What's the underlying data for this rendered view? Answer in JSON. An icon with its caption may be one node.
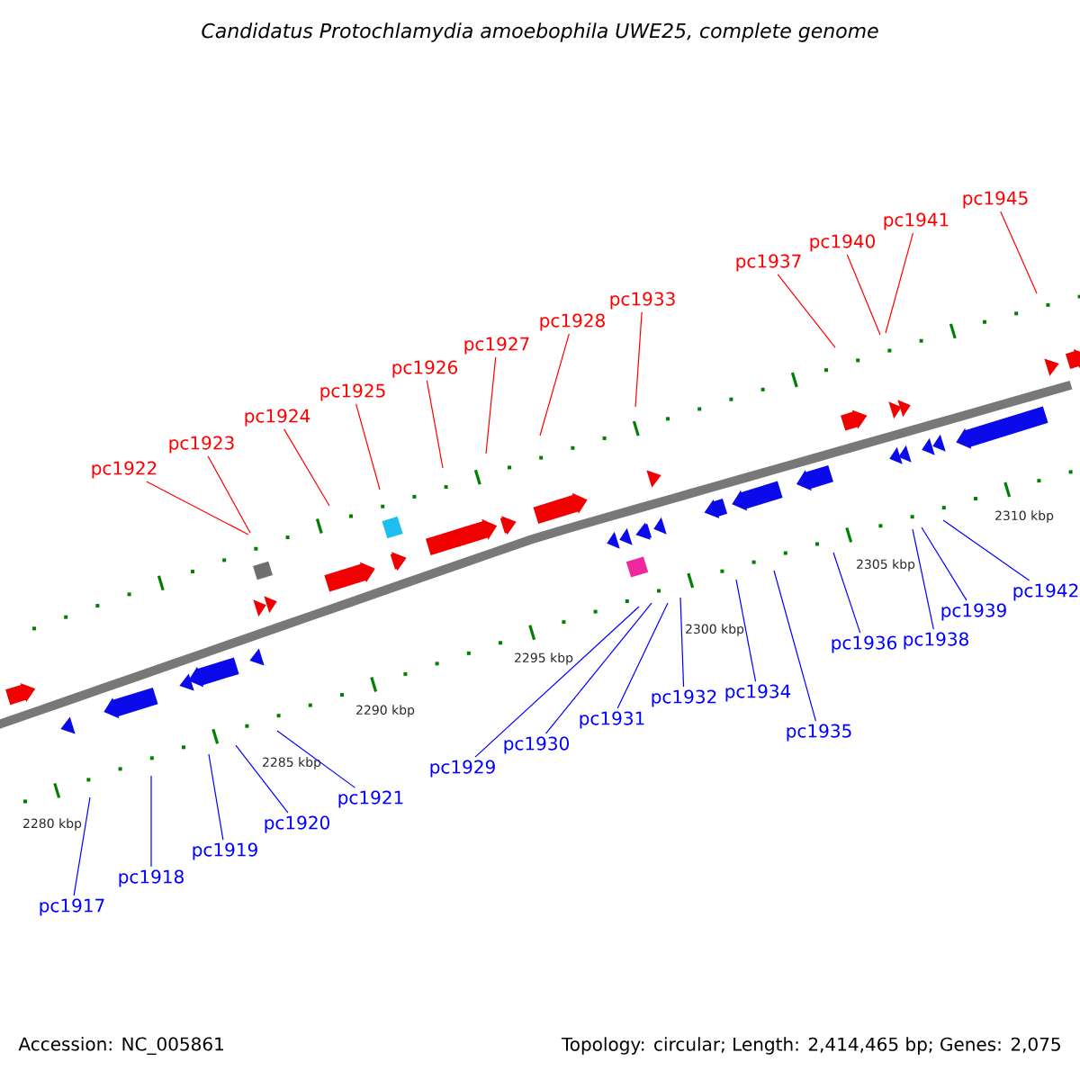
{
  "diagram": {
    "title": "Candidatus Protochlamydia amoebophila UWE25, complete genome",
    "nodes": [
      {
        "text": [
          "pc1922"
        ]
      },
      {
        "text": [
          "pc1923"
        ]
      },
      {
        "text": [
          "pc1924"
        ]
      },
      {
        "text": [
          "pc1925"
        ]
      },
      {
        "text": [
          "pc1926"
        ]
      },
      {
        "text": [
          "pc1927"
        ]
      },
      {
        "text": [
          "pc1928"
        ]
      },
      {
        "text": [
          "pc1933"
        ]
      },
      {
        "text": [
          "pc1937"
        ]
      },
      {
        "text": [
          "pc1940"
        ]
      },
      {
        "text": [
          "pc1941"
        ]
      },
      {
        "text": [
          "pc1945"
        ]
      },
      {
        "text": [
          "pc1917"
        ]
      },
      {
        "text": [
          "pc1918"
        ]
      },
      {
        "text": [
          "pc1919"
        ]
      },
      {
        "text": [
          "pc1920"
        ]
      },
      {
        "text": [
          "pc1921"
        ]
      },
      {
        "text": [
          "pc1929"
        ]
      },
      {
        "text": [
          "pc1930"
        ]
      },
      {
        "text": [
          "pc1931"
        ]
      },
      {
        "text": [
          "pc1932"
        ]
      },
      {
        "text": [
          "pc1934"
        ]
      },
      {
        "text": [
          "pc1935"
        ]
      },
      {
        "text": [
          "pc1936"
        ]
      },
      {
        "text": [
          "pc1938"
        ]
      },
      {
        "text": [
          "pc1939"
        ]
      },
      {
        "text": [
          "pc1942"
        ]
      }
    ],
    "edges": [
      {
        "from": 0,
        "to": null,
        "arrow": "none",
        "color": "#ff0000"
      },
      {
        "from": 1,
        "to": null,
        "arrow": "none",
        "color": "#ff0000"
      },
      {
        "from": 2,
        "to": null,
        "arrow": "none",
        "color": "#ff0000"
      },
      {
        "from": 3,
        "to": null,
        "arrow": "none",
        "color": "#ff0000"
      },
      {
        "from": 4,
        "to": null,
        "arrow": "none",
        "color": "#ff0000"
      },
      {
        "from": 5,
        "to": null,
        "arrow": "none",
        "color": "#ff0000"
      },
      {
        "from": 6,
        "to": null,
        "arrow": "none",
        "color": "#ff0000"
      },
      {
        "from": 7,
        "to": null,
        "arrow": "none",
        "color": "#ff0000"
      },
      {
        "from": 8,
        "to": null,
        "arrow": "none",
        "color": "#ff0000"
      },
      {
        "from": 9,
        "to": null,
        "arrow": "none",
        "color": "#ff0000"
      },
      {
        "from": 10,
        "to": null,
        "arrow": "none",
        "color": "#ff0000"
      },
      {
        "from": 11,
        "to": null,
        "arrow": "none",
        "color": "#ff0000"
      },
      {
        "from": 12,
        "to": null,
        "arrow": "none"
      },
      {
        "from": 13,
        "to": null,
        "arrow": "none"
      },
      {
        "from": 14,
        "to": null,
        "arrow": "none"
      },
      {
        "from": 15,
        "to": null,
        "arrow": "none"
      },
      {
        "from": 16,
        "to": null,
        "arrow": "none"
      },
      {
        "from": 17,
        "to": null,
        "arrow": "none"
      },
      {
        "from": 18,
        "to": null,
        "arrow": "none"
      },
      {
        "from": 19,
        "to": null,
        "arrow": "none"
      },
      {
        "from": 20,
        "to": null,
        "arrow": "none"
      },
      {
        "from": 21,
        "to": null,
        "arrow": "none"
      },
      {
        "from": 22,
        "to": null,
        "arrow": "none"
      },
      {
        "from": 23,
        "to": null,
        "arrow": "none"
      },
      {
        "from": 24,
        "to": null,
        "arrow": "none"
      },
      {
        "from": 25,
        "to": null,
        "arrow": "none"
      },
      {
        "from": 26,
        "to": null,
        "arrow": "none"
      }
    ],
    "labels": [
      "2310 kbp",
      "2305 kbp",
      "2300 kbp",
      "2295 kbp",
      "2290 kbp",
      "2285 kbp",
      "2280 kbp",
      "Accession: NC_005861",
      "Topology: circular; Length: 2,414,465 bp; Genes: 2,075"
    ]
  }
}
